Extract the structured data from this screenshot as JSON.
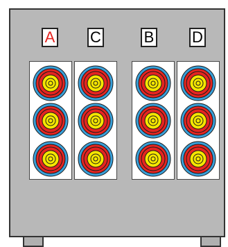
{
  "lanes": [
    {
      "letter": "A",
      "letter_color": "#e52521"
    },
    {
      "letter": "C",
      "letter_color": "#222222"
    },
    {
      "letter": "B",
      "letter_color": "#222222"
    },
    {
      "letter": "D",
      "letter_color": "#222222"
    }
  ],
  "targets_per_lane": 3,
  "ring_colors": [
    "#3a9fd8",
    "#e52521",
    "#f5e600"
  ],
  "board_color": "#b8b8b8"
}
